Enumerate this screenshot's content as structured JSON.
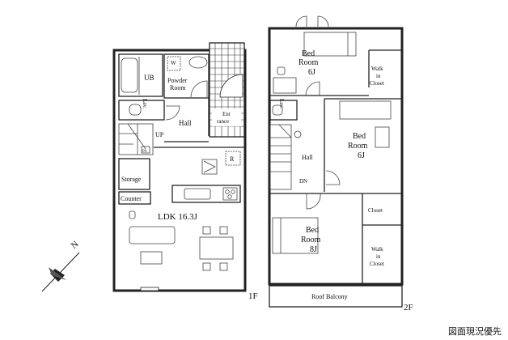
{
  "floor1": {
    "label": "1F",
    "rooms": {
      "ub": "UB",
      "washer": "W",
      "powder_1": "Powder",
      "powder_2": "Room",
      "lav": "Lav.",
      "hall": "Hall",
      "entrance_1": "Ent",
      "entrance_2": "rance",
      "up": "UP",
      "ps": "PS",
      "fridge": "R",
      "storage": "Storage",
      "counter": "Counter",
      "ldk": "LDK 16.3J"
    }
  },
  "floor2": {
    "label": "2F",
    "rooms": {
      "bed1_1": "Bed",
      "bed1_2": "Room",
      "bed1_3": "6J",
      "wic1_1": "Walk",
      "wic1_2": "in",
      "wic1_3": "Closet",
      "lav": "Lav.",
      "bed2_1": "Bed",
      "bed2_2": "Room",
      "bed2_3": "6J",
      "hall": "Hall",
      "dn": "DN",
      "closet": "Closet",
      "bed3_1": "Bed",
      "bed3_2": "Room",
      "bed3_3": "8J",
      "wic2_1": "Walk",
      "wic2_2": "in",
      "wic2_3": "Closet",
      "balcony": "Roof Balcony"
    }
  },
  "compass": {
    "north": "N"
  },
  "note": "図面現況優先"
}
